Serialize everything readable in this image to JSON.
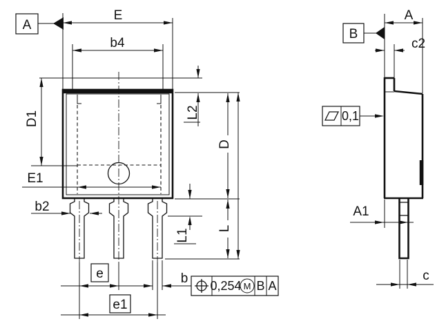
{
  "labels": {
    "E": "E",
    "b4": "b4",
    "D1": "D1",
    "E1": "E1",
    "b2": "b2",
    "e": "e",
    "e1": "e1",
    "b": "b",
    "L2": "L2",
    "D": "D",
    "L": "L",
    "L1": "L1",
    "A": "A",
    "c2": "c2",
    "A1": "A1",
    "c": "c"
  },
  "datums": {
    "A": "A",
    "B": "B"
  },
  "position_frame": {
    "value": "0,254",
    "modifier": "M",
    "datum_ref_1": "B",
    "datum_ref_2": "A"
  },
  "flatness_frame": {
    "value": "0,1"
  },
  "colors": {
    "line": "#111111",
    "background": "#ffffff"
  }
}
